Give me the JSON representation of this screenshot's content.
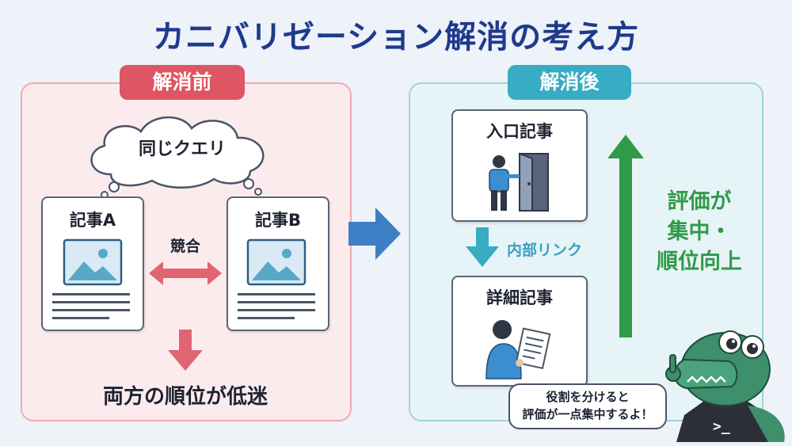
{
  "title": "カニバリゼーション解消の考え方",
  "before": {
    "tab": "解消前",
    "query": "同じクエリ",
    "article_a": "記事A",
    "article_b": "記事B",
    "conflict": "競合",
    "result": "両方の順位が低迷"
  },
  "after": {
    "tab": "解消後",
    "entry_article": "入口記事",
    "internal_link": "内部リンク",
    "detail_article": "詳細記事",
    "outcome": [
      "評価が",
      "集中・",
      "順位向上"
    ]
  },
  "mascot": {
    "speech_line1": "役割を分けると",
    "speech_line2": "評価が一点集中するよ！",
    "hoodie_glyph": ">_"
  },
  "colors": {
    "title": "#1e3a8c",
    "before_accent": "#de5563",
    "after_accent": "#38acc2",
    "growth_green": "#2f9a48",
    "transition_arrow": "#3d7fc4"
  },
  "icons": [
    "cloud-icon",
    "image-icon",
    "double-arrow-icon",
    "down-arrow-icon",
    "right-arrow-icon",
    "door-person-icon",
    "reading-person-icon",
    "up-arrow-icon",
    "crocodile-mascot"
  ]
}
